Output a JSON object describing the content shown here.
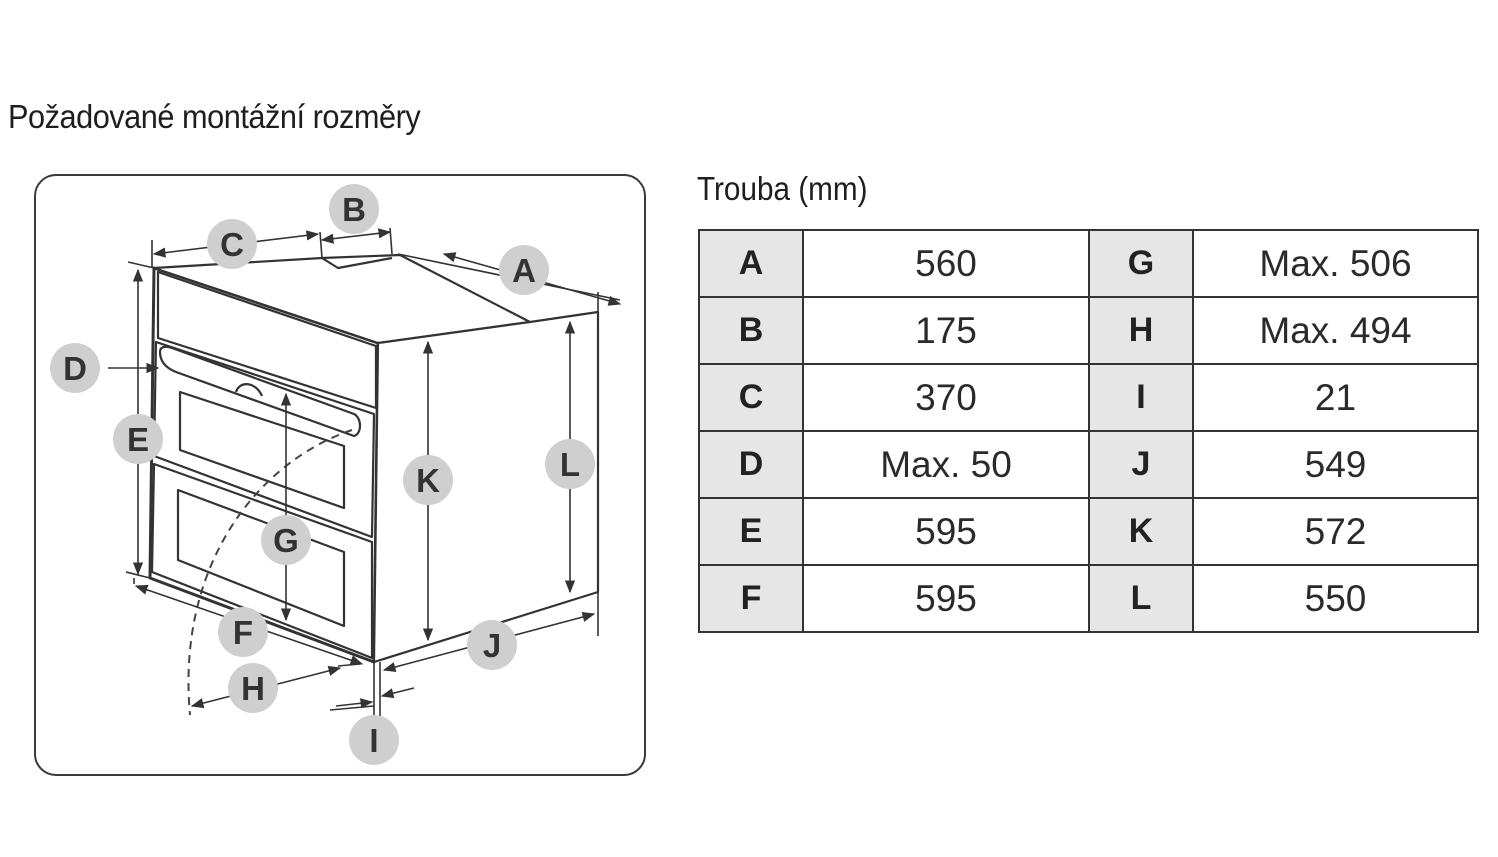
{
  "page_title": "Požadované montážní rozměry",
  "table_title": "Trouba (mm)",
  "dimensions": [
    {
      "key": "A",
      "value": "560"
    },
    {
      "key": "B",
      "value": "175"
    },
    {
      "key": "C",
      "value": "370"
    },
    {
      "key": "D",
      "value": "Max. 50"
    },
    {
      "key": "E",
      "value": "595"
    },
    {
      "key": "F",
      "value": "595"
    },
    {
      "key": "G",
      "value": "Max. 506"
    },
    {
      "key": "H",
      "value": "Max. 494"
    },
    {
      "key": "I",
      "value": "21"
    },
    {
      "key": "J",
      "value": "549"
    },
    {
      "key": "K",
      "value": "572"
    },
    {
      "key": "L",
      "value": "550"
    }
  ],
  "diagram_labels": [
    "A",
    "B",
    "C",
    "D",
    "E",
    "F",
    "G",
    "H",
    "I",
    "J",
    "K",
    "L"
  ],
  "colors": {
    "label_badge": "#cfcfcf",
    "table_key_bg": "#e6e6e6",
    "line": "#333333"
  }
}
